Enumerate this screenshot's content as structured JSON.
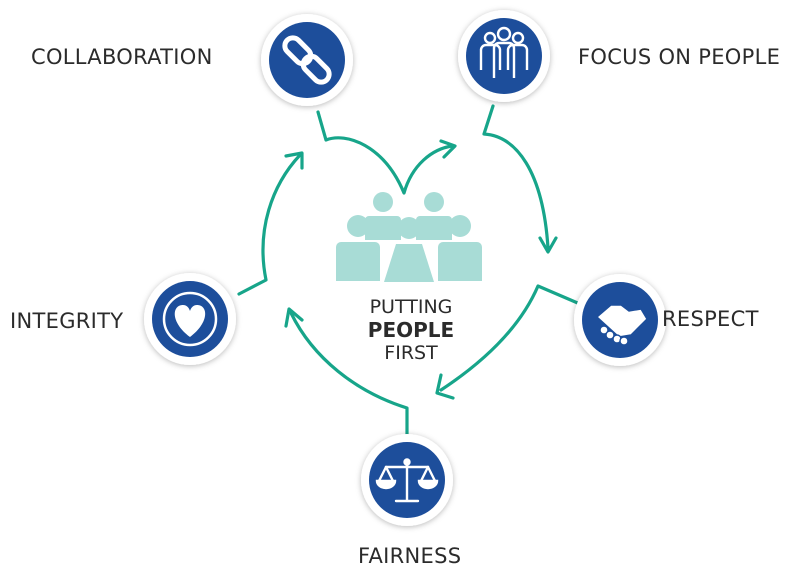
{
  "center": {
    "line1": "PUTTING",
    "line2": "PEOPLE",
    "line3": "FIRST"
  },
  "values": [
    {
      "key": "collaboration",
      "label": "COLLABORATION",
      "icon": "chain-link-icon"
    },
    {
      "key": "focus",
      "label": "FOCUS ON PEOPLE",
      "icon": "people-group-icon"
    },
    {
      "key": "respect",
      "label": "RESPECT",
      "icon": "handshake-icon"
    },
    {
      "key": "fairness",
      "label": "FAIRNESS",
      "icon": "scales-icon"
    },
    {
      "key": "integrity",
      "label": "INTEGRITY",
      "icon": "heart-icon"
    }
  ],
  "colors": {
    "circle": "#1d4e9b",
    "arrow": "#17a58a",
    "people": "#a8dcd6",
    "text": "#2b2b2b"
  }
}
